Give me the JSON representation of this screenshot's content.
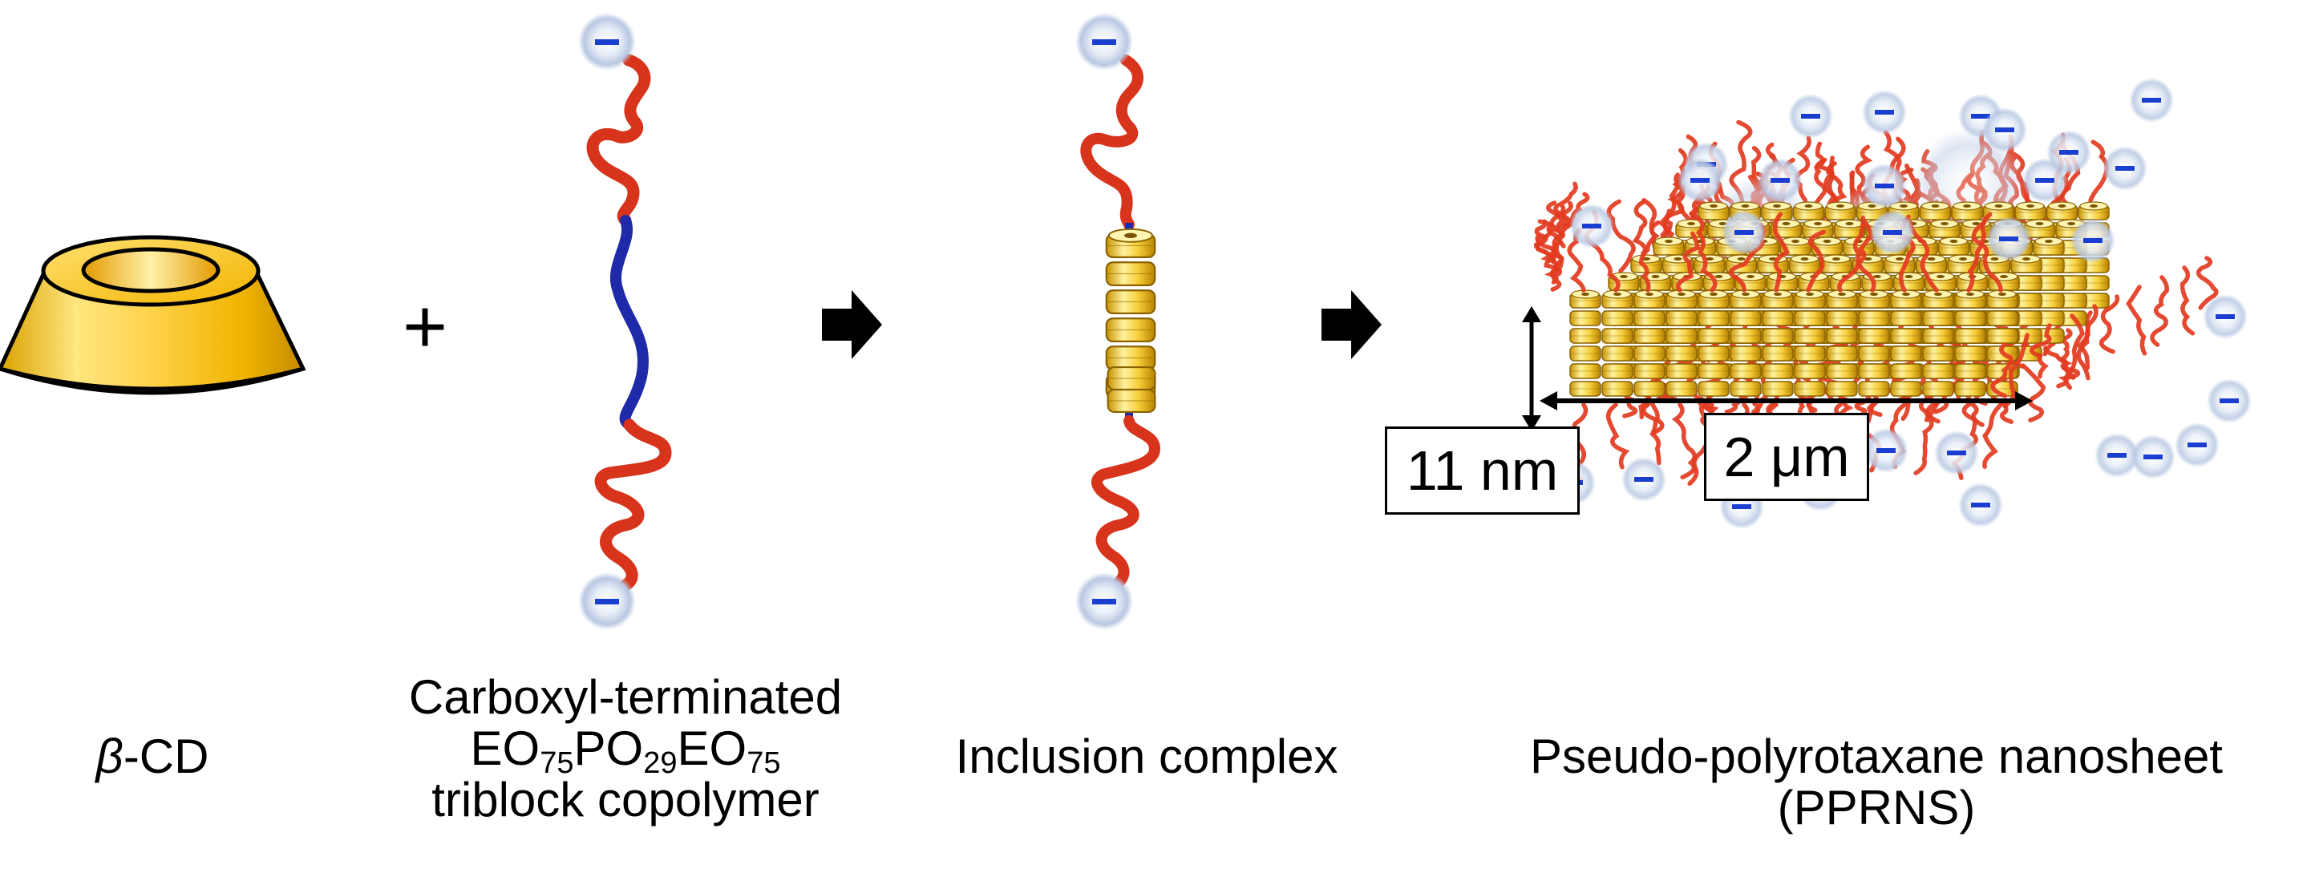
{
  "labels": {
    "beta_cd_symbol": "β",
    "beta_cd_suffix": "-CD",
    "copolymer_line1": "Carboxyl-terminated",
    "copolymer_eo1": "EO",
    "copolymer_n1": "75",
    "copolymer_po": "PO",
    "copolymer_n2": "29",
    "copolymer_eo2": "EO",
    "copolymer_n3": "75",
    "copolymer_line3": "triblock copolymer",
    "inclusion": "Inclusion complex",
    "pprns_line1": "Pseudo-polyrotaxane nanosheet",
    "pprns_line2": "(PPRNS)"
  },
  "dimensions": {
    "thickness": "11 nm",
    "width": "2 μm"
  },
  "symbols": {
    "plus": "+"
  },
  "icons": [
    "cyclodextrin-icon",
    "arrow-right-icon",
    "negative-charge-icon"
  ],
  "colors": {
    "peo_chain": "#e23b20",
    "ppo_chain": "#1f2aa8",
    "cyclodextrin": "#f4c830",
    "charge": "#1a3fd0",
    "charge_glow": "#9fb6e0"
  }
}
